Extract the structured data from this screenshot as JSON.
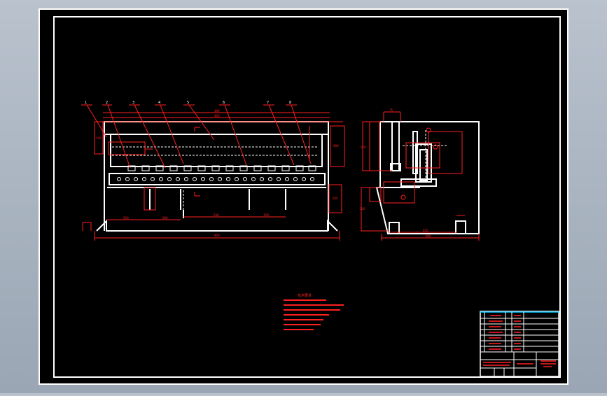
{
  "drawing": {
    "colors": {
      "background": "#000000",
      "frame": "#ffffff",
      "annotation": "#ff2020",
      "title_grid": "#00c8ff"
    },
    "part_callouts": [
      "1",
      "2",
      "3",
      "4",
      "5",
      "6",
      "7",
      "8"
    ],
    "front_view": {
      "dimensions": [
        "400",
        "400",
        "200",
        "500",
        "600",
        "500",
        "650",
        "500",
        "600",
        "800"
      ]
    },
    "side_view": {
      "dimensions": [
        "500",
        "75",
        "200",
        "650",
        "800"
      ]
    },
    "notes_heading": "技术要求"
  }
}
